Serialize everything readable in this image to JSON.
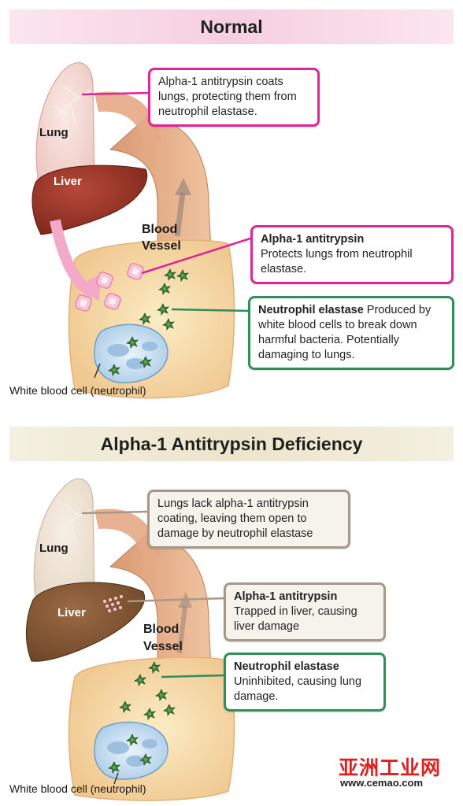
{
  "normal": {
    "title": "Normal",
    "lung_label": "Lung",
    "liver_label": "Liver",
    "vessel_label_line1": "Blood",
    "vessel_label_line2": "Vessel",
    "callout_lungs": "Alpha-1 antitrypsin coats lungs, protecting them from neutrophil elastase.",
    "callout_aat_title": "Alpha-1 antitrypsin",
    "callout_aat_body": "Protects lungs from neutrophil elastase.",
    "callout_ne_title": "Neutrophil elastase",
    "callout_ne_body": "Produced by white blood cells to break down harmful bacteria. Potentially damaging to lungs.",
    "wbc_caption": "White blood cell (neutrophil)"
  },
  "deficiency": {
    "title": "Alpha-1 Antitrypsin Deficiency",
    "lung_label": "Lung",
    "liver_label": "Liver",
    "vessel_label_line1": "Blood",
    "vessel_label_line2": "Vessel",
    "callout_lungs": "Lungs lack alpha-1 antitrypsin coating, leaving them open to damage by neutrophil elastase",
    "callout_aat_title": "Alpha-1 antitrypsin",
    "callout_aat_body": "Trapped in liver, causing liver damage",
    "callout_ne_title": "Neutrophil elastase",
    "callout_ne_body": "Uninhibited, causing lung damage.",
    "wbc_caption": "White blood cell (neutrophil)"
  },
  "watermark": {
    "chinese": "亚洲工业网",
    "url": "www.cemao.com"
  },
  "colors": {
    "pink_border": "#e0249a",
    "green_border": "#2e8f5a",
    "tan_border": "#a79888"
  }
}
